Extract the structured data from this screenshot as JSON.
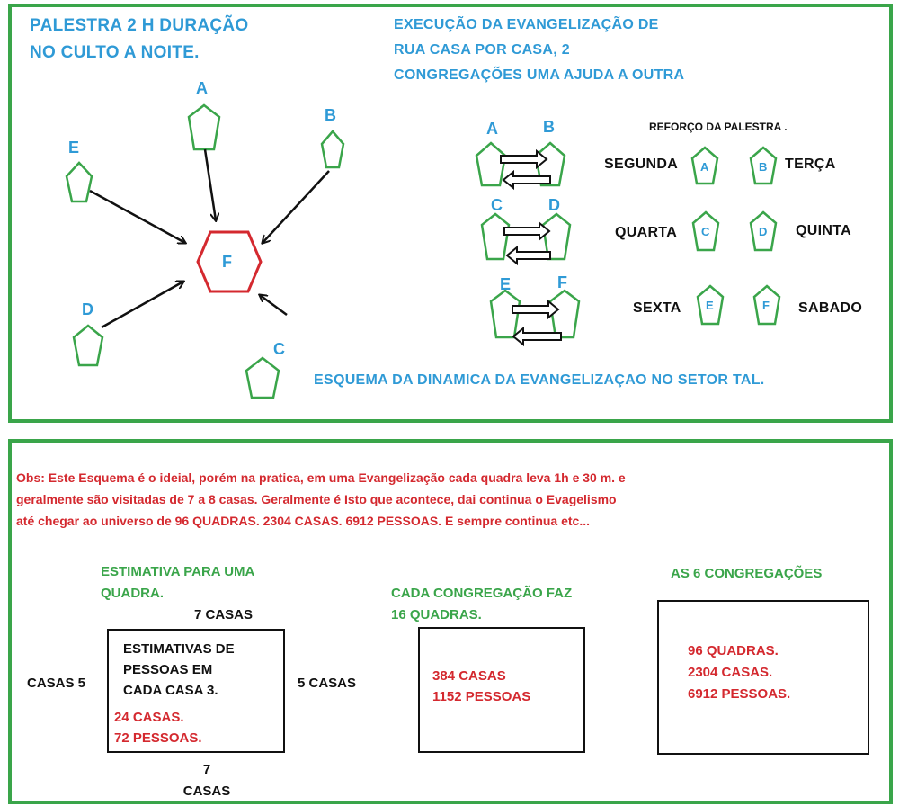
{
  "colors": {
    "green": "#3aa54a",
    "blue": "#2f9ad6",
    "red": "#d4292f",
    "black": "#111111"
  },
  "top": {
    "palestra": [
      "PALESTRA 2 H DURAÇÃO",
      "NO CULTO A NOITE."
    ],
    "execucao": [
      "EXECUÇÃO DA EVANGELIZAÇÃO DE",
      "RUA CASA POR CASA, 2",
      "CONGREGAÇÕES UMA AJUDA A OUTRA"
    ],
    "reforco_title": "REFORÇO DA PALESTRA .",
    "days": {
      "segunda": "SEGUNDA",
      "terca": "TERÇA",
      "quarta": "QUARTA",
      "quinta": "QUINTA",
      "sexta": "SEXTA",
      "sabado": "SABADO"
    },
    "letters": {
      "a": "A",
      "b": "B",
      "c": "C",
      "d": "D",
      "e": "E",
      "f": "F"
    },
    "esquema": "ESQUEMA DA DINAMICA DA EVANGELIZAÇAO NO SETOR TAL."
  },
  "bottom": {
    "obs": [
      "Obs: Este Esquema é o ideial, porém na pratica, em uma Evangelização cada quadra leva 1h e 30 m. e",
      "geralmente são visitadas de 7 a 8 casas. Geralmente é Isto  que acontece, dai continua o Evagelismo",
      "até chegar ao universo de  96 QUADRAS.    2304 CASAS.  6912 PESSOAS. E sempre continua etc..."
    ],
    "estimativa_title": [
      "ESTIMATIVA PARA UMA",
      "QUADRA."
    ],
    "top_casas": "7  CASAS",
    "left_casas": "CASAS  5",
    "right_casas": "5  CASAS",
    "bottom_casas": [
      "7",
      "CASAS"
    ],
    "estimativas_box": [
      "ESTIMATIVAS DE",
      "PESSOAS EM",
      "CADA CASA 3."
    ],
    "box1_red": [
      "24 CASAS.",
      "72 PESSOAS."
    ],
    "cada_title": [
      "CADA CONGREGAÇÃO FAZ",
      "16 QUADRAS."
    ],
    "box2_red": [
      "384 CASAS",
      "1152 PESSOAS"
    ],
    "as6_title": "AS 6 CONGREGAÇÕES",
    "box3_red": [
      "96 QUADRAS.",
      "2304 CASAS.",
      "6912 PESSOAS."
    ]
  }
}
